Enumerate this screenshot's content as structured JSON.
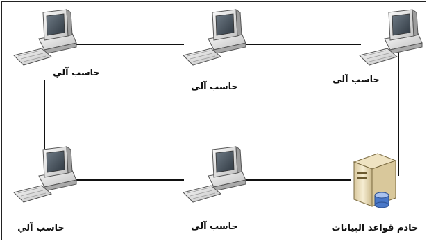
{
  "nodes": [
    {
      "id": "pc-top-left",
      "kind": "computer",
      "label": "حاسب آلي"
    },
    {
      "id": "pc-top-middle",
      "kind": "computer",
      "label": "حاسب آلي"
    },
    {
      "id": "pc-top-right",
      "kind": "computer",
      "label": "حاسب آلي"
    },
    {
      "id": "pc-bottom-left",
      "kind": "computer",
      "label": "حاسب آلي"
    },
    {
      "id": "pc-bottom-middle",
      "kind": "computer",
      "label": "حاسب آلي"
    },
    {
      "id": "db-server",
      "kind": "server",
      "label": "خادم قواعد البيانات"
    }
  ],
  "topology": "ring",
  "colors": {
    "line": "#111111",
    "monitor": "#e6e6e6",
    "screen": "#4a5660",
    "server": "#efe3c2",
    "db": "#4a78c8"
  }
}
